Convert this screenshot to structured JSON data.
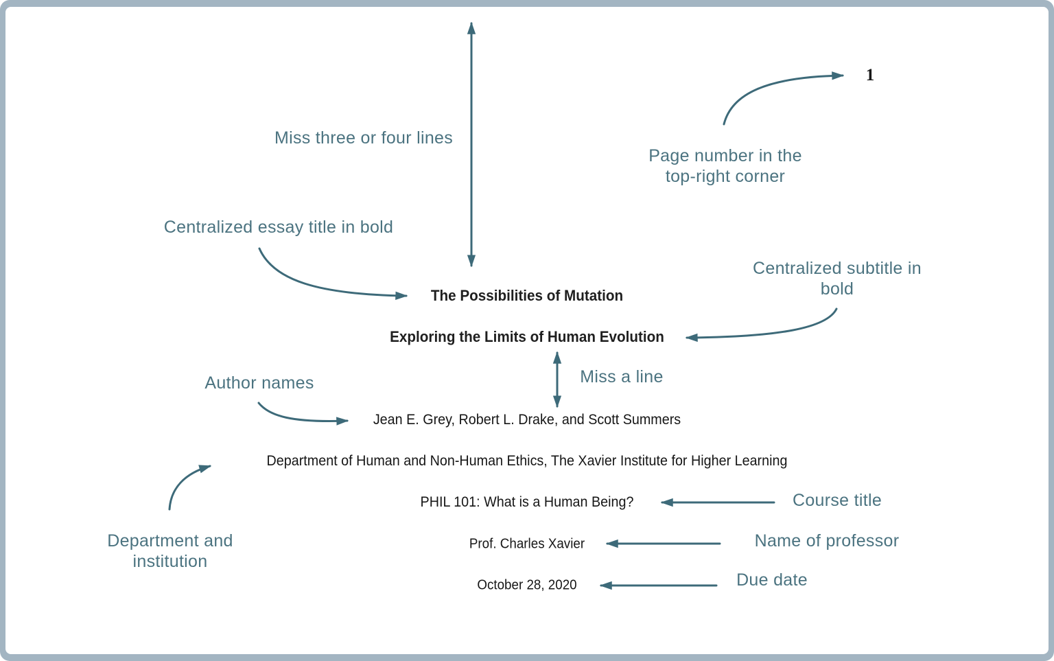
{
  "colors": {
    "border": "#a3b5c2",
    "annotation_text": "#4b7380",
    "arrow": "#3d6a79",
    "document_text": "#1f1f1f",
    "background": "#ffffff"
  },
  "document": {
    "page_number": "1",
    "title": "The Possibilities of Mutation",
    "subtitle": "Exploring the Limits of Human Evolution",
    "authors": "Jean E. Grey, Robert L. Drake, and Scott Summers",
    "department": "Department of Human and Non-Human Ethics, The Xavier Institute for Higher Learning",
    "course": "PHIL 101: What is a Human Being?",
    "professor": "Prof. Charles Xavier",
    "date": "October 28, 2020"
  },
  "annotations": {
    "miss_lines": "Miss three or four lines",
    "page_number": "Page number in the top-right corner",
    "title": "Centralized essay title in bold",
    "subtitle": "Centralized subtitle in bold",
    "miss_line": "Miss a line",
    "authors": "Author names",
    "department": "Department and institution",
    "course": "Course title",
    "professor": "Name of professor",
    "date": "Due date"
  }
}
